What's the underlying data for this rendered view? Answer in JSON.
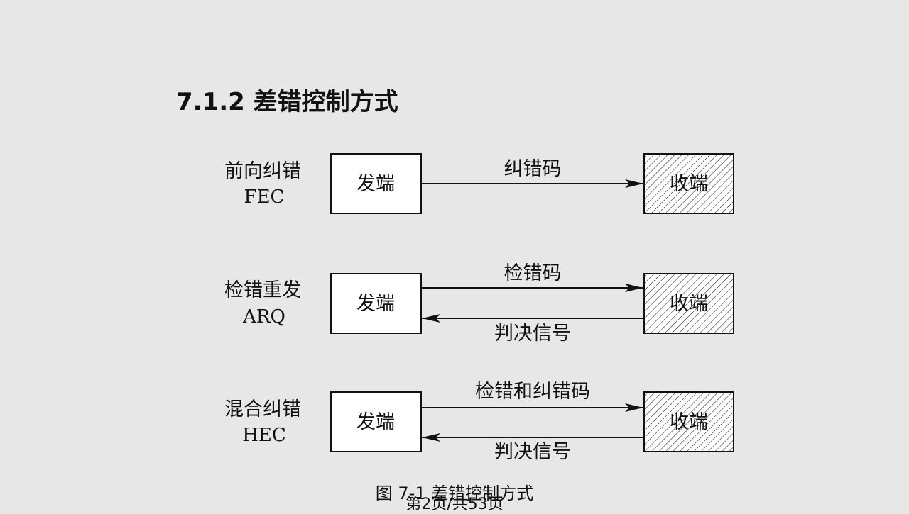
{
  "slide": {
    "title": "7.1.2  差错控制方式",
    "caption": "图 7-1 差错控制方式",
    "page_number": "第2页/共53页"
  },
  "rows": [
    {
      "name_cn": "前向纠错",
      "name_abbr": "FEC",
      "sender": "发端",
      "receiver": "收端",
      "forward_label": "纠错码",
      "backward_label": ""
    },
    {
      "name_cn": "检错重发",
      "name_abbr": "ARQ",
      "sender": "发端",
      "receiver": "收端",
      "forward_label": "检错码",
      "backward_label": "判决信号"
    },
    {
      "name_cn": "混合纠错",
      "name_abbr": "HEC",
      "sender": "发端",
      "receiver": "收端",
      "forward_label": "检错和纠错码",
      "backward_label": "判决信号"
    }
  ],
  "colors": {
    "background": "#e7e7e7",
    "line": "#111111",
    "box_fill": "#ffffff"
  }
}
